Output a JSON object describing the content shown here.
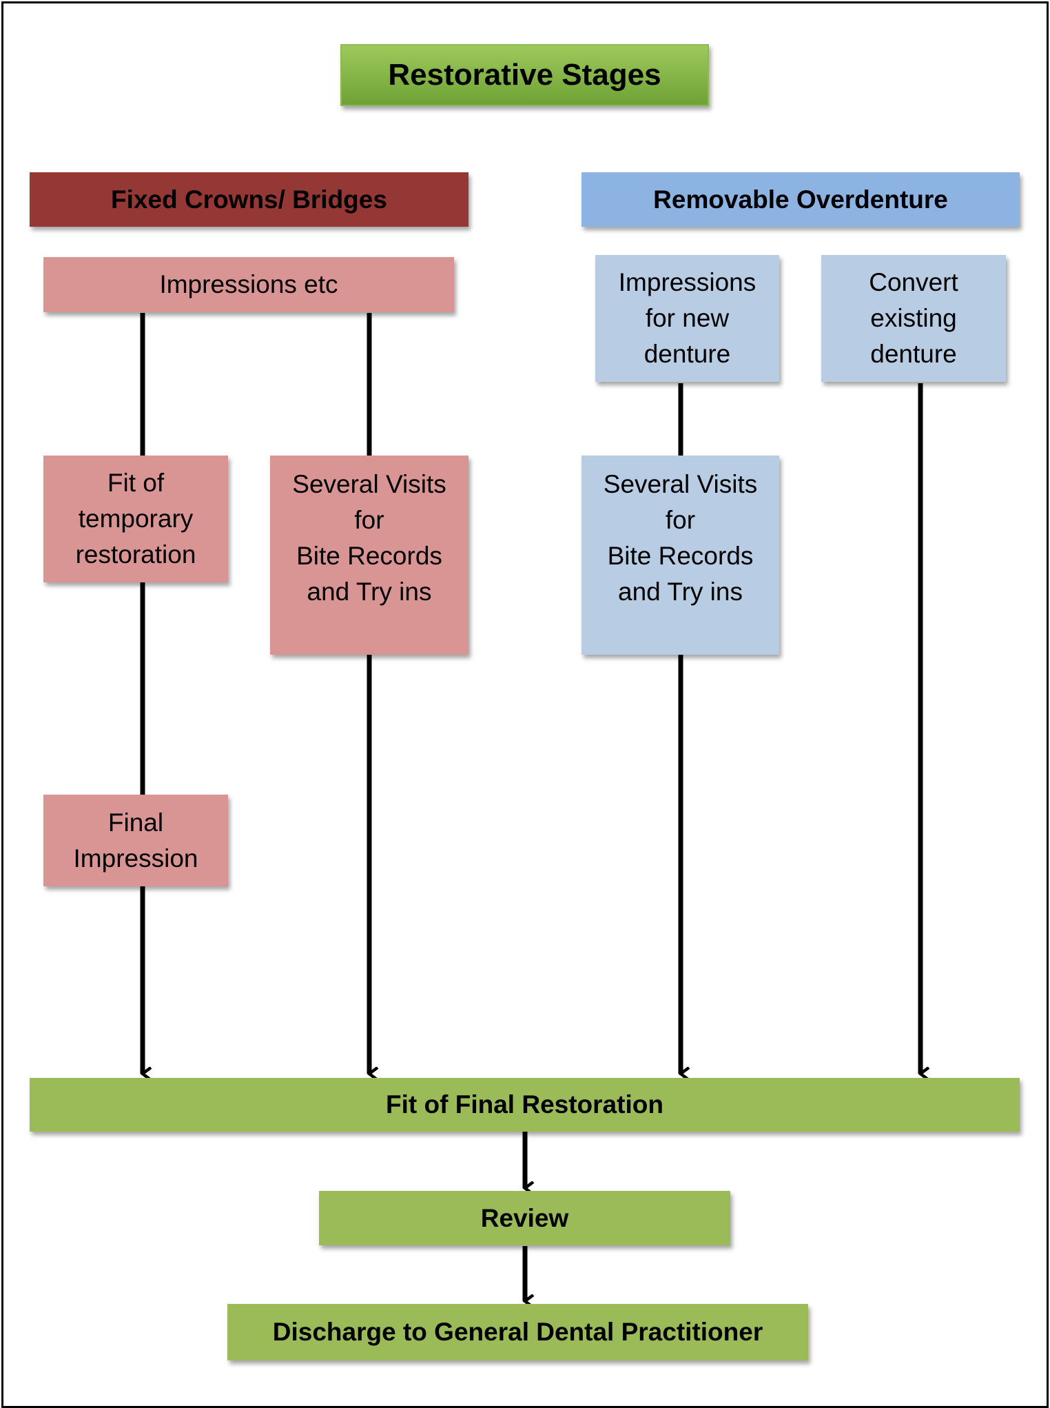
{
  "title": "Restorative  Stages",
  "columns": {
    "fixed": {
      "header": "Fixed Crowns/ Bridges",
      "impressions": "Impressions etc",
      "temporary": "Fit of\ntemporary\nrestoration",
      "final_impression": "Final\nImpression",
      "visits": "Several Visits\nfor\nBite Records\nand Try ins"
    },
    "removable": {
      "header": "Removable Overdenture",
      "impressions_new": "Impressions\nfor new\ndenture",
      "convert": "Convert\nexisting\ndenture",
      "visits": "Several Visits\nfor\nBite Records\nand Try ins"
    }
  },
  "outcomes": {
    "fit_final": "Fit of Final Restoration",
    "review": "Review",
    "discharge": "Discharge to General Dental Practitioner"
  },
  "colors": {
    "title_green": "#9bbb59",
    "fixed_header": "#953735",
    "fixed_step": "#d99594",
    "removable_header": "#8db3e2",
    "removable_step": "#b8cce4",
    "outcome_green": "#9bbb59",
    "arrow": "#000000"
  }
}
